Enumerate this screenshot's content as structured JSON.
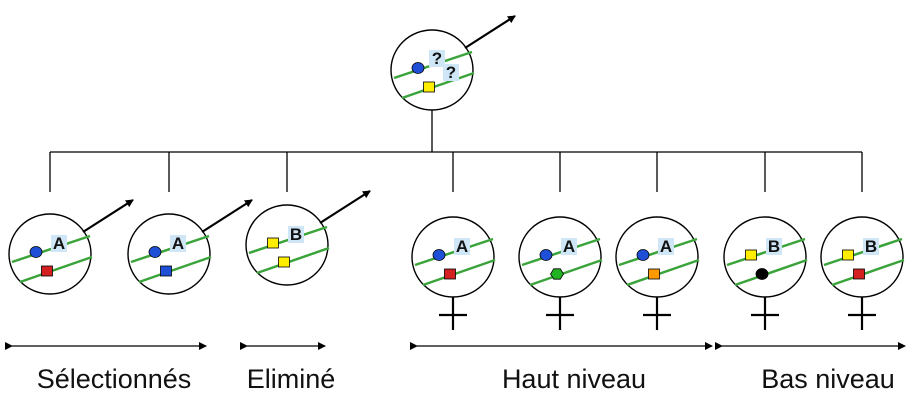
{
  "root": {
    "letter_top": "?",
    "letter_bottom": "?",
    "marker_top": "blue-circle",
    "marker_bottom": "yellow-square",
    "arrow": true
  },
  "children": [
    {
      "letter": "A",
      "marker_top": "blue-circle",
      "marker_bottom": "red-square",
      "symbol": "arrow"
    },
    {
      "letter": "A",
      "marker_top": "blue-circle",
      "marker_bottom": "blue-square",
      "symbol": "arrow"
    },
    {
      "letter": "B",
      "marker_top": "yellow-square",
      "marker_bottom": "yellow-square",
      "symbol": "arrow"
    },
    {
      "letter": "A",
      "marker_top": "blue-circle",
      "marker_bottom": "red-square",
      "symbol": "female"
    },
    {
      "letter": "A",
      "marker_top": "blue-circle",
      "marker_bottom": "green-hexagon",
      "symbol": "female"
    },
    {
      "letter": "A",
      "marker_top": "blue-circle",
      "marker_bottom": "orange-square",
      "symbol": "female"
    },
    {
      "letter": "B",
      "marker_top": "yellow-square",
      "marker_bottom": "black-circle",
      "symbol": "female"
    },
    {
      "letter": "B",
      "marker_top": "yellow-square",
      "marker_bottom": "red-square",
      "symbol": "female"
    }
  ],
  "groups": [
    {
      "label": "Sélectionnés"
    },
    {
      "label": "Eliminé"
    },
    {
      "label": "Haut niveau"
    },
    {
      "label": "Bas niveau"
    }
  ],
  "colors": {
    "blue-circle": "#1f4fd6",
    "yellow-square": "#ffee00",
    "red-square": "#d42020",
    "blue-square": "#1f4fd6",
    "green-hexagon": "#22b322",
    "orange-square": "#ff9900",
    "black-circle": "#000000",
    "chromosome": "#3aa33a",
    "letter-bg": "#cfe6f7"
  }
}
